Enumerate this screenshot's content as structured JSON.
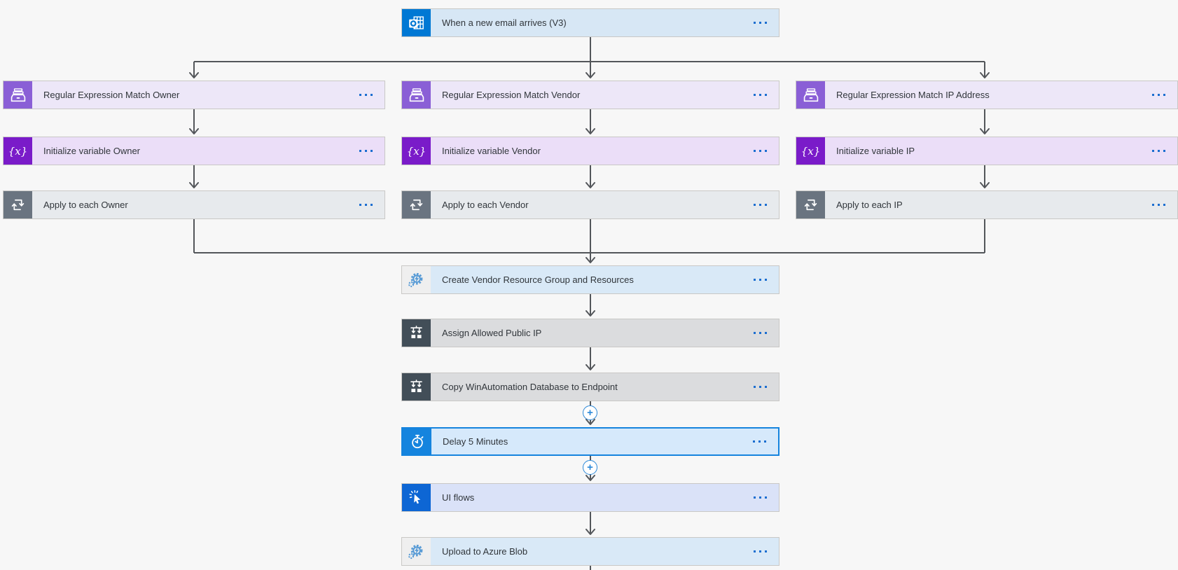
{
  "app": "Power Automate flow designer canvas",
  "nodes": [
    {
      "id": "trigger",
      "label": "When a new email arrives (V3)",
      "icon": "outlook-icon",
      "icon_bg": "#0078D4",
      "bg": "#D7E7F5",
      "selected": false
    },
    {
      "id": "regex-owner",
      "label": "Regular Expression Match Owner",
      "icon": "card-drawer-icon",
      "icon_bg": "#8A5FD6",
      "bg": "#EDE7F8",
      "selected": false
    },
    {
      "id": "regex-vendor",
      "label": "Regular Expression Match Vendor",
      "icon": "card-drawer-icon",
      "icon_bg": "#8A5FD6",
      "bg": "#EDE7F8",
      "selected": false
    },
    {
      "id": "regex-ip",
      "label": "Regular Expression Match IP Address",
      "icon": "card-drawer-icon",
      "icon_bg": "#8A5FD6",
      "bg": "#EDE7F8",
      "selected": false
    },
    {
      "id": "init-owner",
      "label": "Initialize variable Owner",
      "icon": "variable-icon",
      "icon_bg": "#7A1BC9",
      "bg": "#EBDEF8",
      "selected": false
    },
    {
      "id": "init-vendor",
      "label": "Initialize variable Vendor",
      "icon": "variable-icon",
      "icon_bg": "#7A1BC9",
      "bg": "#EBDEF8",
      "selected": false
    },
    {
      "id": "init-ip",
      "label": "Initialize variable IP",
      "icon": "variable-icon",
      "icon_bg": "#7A1BC9",
      "bg": "#EBDEF8",
      "selected": false
    },
    {
      "id": "each-owner",
      "label": "Apply to each Owner",
      "icon": "foreach-loop-icon",
      "icon_bg": "#6A7480",
      "bg": "#E7EAED",
      "selected": false
    },
    {
      "id": "each-vendor",
      "label": "Apply to each Vendor",
      "icon": "foreach-loop-icon",
      "icon_bg": "#6A7480",
      "bg": "#E7EAED",
      "selected": false
    },
    {
      "id": "each-ip",
      "label": "Apply to each IP",
      "icon": "foreach-loop-icon",
      "icon_bg": "#6A7480",
      "bg": "#E7EAED",
      "selected": false
    },
    {
      "id": "create-rg",
      "label": "Create Vendor Resource Group and Resources",
      "icon": "automation-gear-icon",
      "icon_bg": "#EFEFEF",
      "bg": "#D9E9F7",
      "selected": false
    },
    {
      "id": "assign-ip",
      "label": "Assign Allowed Public IP",
      "icon": "scope-icon",
      "icon_bg": "#424E58",
      "bg": "#DBDCDE",
      "selected": false
    },
    {
      "id": "copy-db",
      "label": "Copy WinAutomation Database to Endpoint",
      "icon": "scope-icon",
      "icon_bg": "#424E58",
      "bg": "#DBDCDE",
      "selected": false
    },
    {
      "id": "delay",
      "label": "Delay 5 Minutes",
      "icon": "stopwatch-icon",
      "icon_bg": "#1584DE",
      "bg": "#D6E9FB",
      "selected": true
    },
    {
      "id": "ui-flows",
      "label": "UI flows",
      "icon": "cursor-spark-icon",
      "icon_bg": "#0D66D4",
      "bg": "#DAE2F8",
      "selected": false
    },
    {
      "id": "upload-blob",
      "label": "Upload to Azure Blob",
      "icon": "automation-gear-icon",
      "icon_bg": "#EFEFEF",
      "bg": "#D9E9F7",
      "selected": false
    }
  ],
  "edges": [
    {
      "from": "trigger",
      "to": "regex-owner"
    },
    {
      "from": "trigger",
      "to": "regex-vendor"
    },
    {
      "from": "trigger",
      "to": "regex-ip"
    },
    {
      "from": "regex-owner",
      "to": "init-owner"
    },
    {
      "from": "regex-vendor",
      "to": "init-vendor"
    },
    {
      "from": "regex-ip",
      "to": "init-ip"
    },
    {
      "from": "init-owner",
      "to": "each-owner"
    },
    {
      "from": "init-vendor",
      "to": "each-vendor"
    },
    {
      "from": "init-ip",
      "to": "each-ip"
    },
    {
      "from": "each-owner",
      "to": "create-rg"
    },
    {
      "from": "each-vendor",
      "to": "create-rg"
    },
    {
      "from": "each-ip",
      "to": "create-rg"
    },
    {
      "from": "create-rg",
      "to": "assign-ip"
    },
    {
      "from": "assign-ip",
      "to": "copy-db"
    },
    {
      "from": "copy-db",
      "to": "delay"
    },
    {
      "from": "delay",
      "to": "ui-flows"
    },
    {
      "from": "ui-flows",
      "to": "upload-blob"
    }
  ],
  "glyphs": {
    "variable": "{x}",
    "plus": "+"
  },
  "colors": {
    "canvas_bg": "#F7F7F7",
    "connector": "#53565A",
    "selected_border": "#1584DE",
    "node_border": "#C9C8C6",
    "ellipsis_blue": "#1B6ED0",
    "insert_plus_blue": "#2B88D8",
    "outlook_blue": "#0078D4",
    "regex_purple": "#8A5FD6",
    "variable_purple": "#7A1BC9",
    "foreach_gray": "#6A7480",
    "scope_dark": "#424E58",
    "delay_blue": "#1584DE",
    "uiflows_blue": "#0D66D4",
    "automation_gear_blue": "#5A9CD6"
  }
}
